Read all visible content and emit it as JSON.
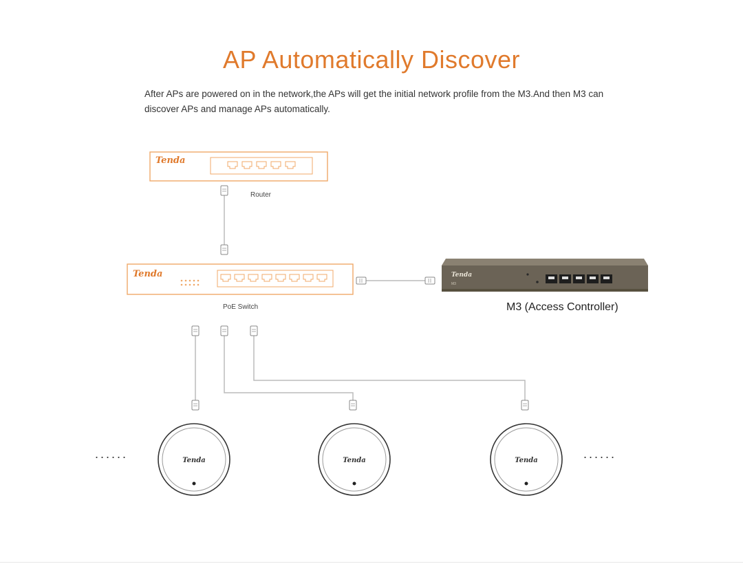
{
  "title": "AP Automatically Discover",
  "description": "After APs are powered on in the network,the APs will get the initial network profile from the M3.And then M3 can discover APs and manage APs automatically.",
  "brand": "Tenda",
  "devices": {
    "router": {
      "label": "Router"
    },
    "poe_switch": {
      "label": "PoE Switch"
    },
    "m3": {
      "label": "M3 (Access Controller)",
      "model": "M3"
    }
  },
  "more_indicator": "......",
  "colors": {
    "accent": "#e07a2c",
    "device_outline": "#f0a868",
    "m3_body": "#6b6356",
    "cable": "#bbbbbb"
  }
}
